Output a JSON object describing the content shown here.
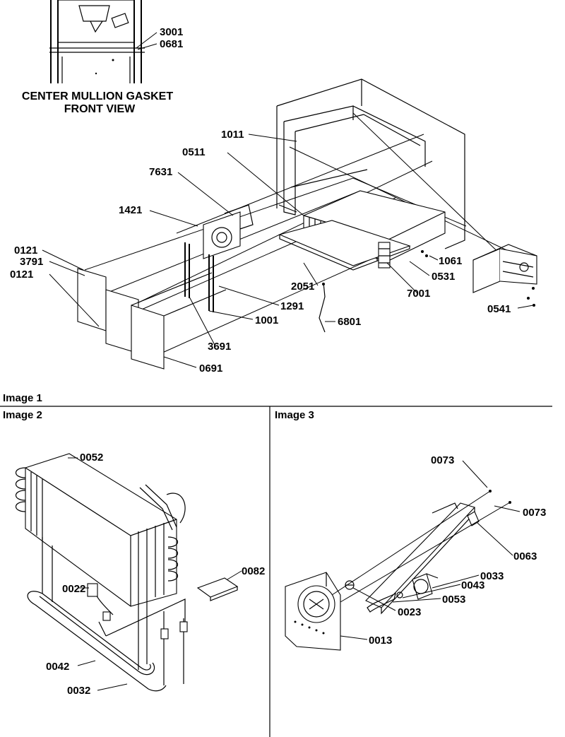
{
  "gasket_view": {
    "caption_line1": "CENTER MULLION GASKET",
    "caption_line2": "FRONT VIEW",
    "labels": [
      "3001",
      "0681"
    ]
  },
  "image1": {
    "title": "Image 1",
    "labels": [
      "1011",
      "0511",
      "7631",
      "1421",
      "0121",
      "3791",
      "0121",
      "1291",
      "1001",
      "3691",
      "0691",
      "2051",
      "6801",
      "7001",
      "1061",
      "0531",
      "0541"
    ]
  },
  "image2": {
    "title": "Image 2",
    "labels": [
      "0052",
      "0022",
      "0082",
      "0042",
      "0032"
    ]
  },
  "image3": {
    "title": "Image 3",
    "labels": [
      "0073",
      "0073",
      "0063",
      "0033",
      "0043",
      "0053",
      "0023",
      "0013"
    ]
  }
}
